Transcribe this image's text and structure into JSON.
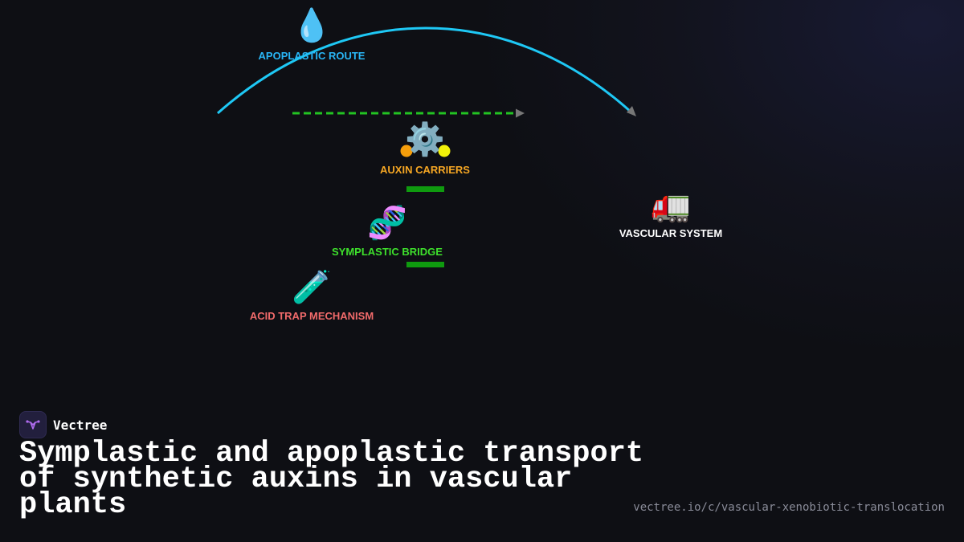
{
  "diagram": {
    "nodes": {
      "apoplastic_route": {
        "icon": "water-droplet-icon",
        "emoji": "💧",
        "label": "APOPLASTIC ROUTE",
        "color": "#29b6f6"
      },
      "auxin_carriers": {
        "icon": "gear-icon",
        "emoji": "⚙️",
        "label": "AUXIN CARRIERS",
        "color": "#f5a623"
      },
      "symplastic_bridge": {
        "icon": "dna-icon",
        "emoji": "🧬",
        "label": "SYMPLASTIC BRIDGE",
        "color": "#3ee02c"
      },
      "acid_trap_mechanism": {
        "icon": "test-tube-icon",
        "emoji": "🧪",
        "label": "ACID TRAP MECHANISM",
        "color": "#f06a6a"
      },
      "vascular_system": {
        "icon": "truck-icon",
        "emoji": "🚛",
        "label": "VASCULAR SYSTEM",
        "color": "#ffffff"
      }
    },
    "colors": {
      "apoplastic_arc": "#1ec8f5",
      "symplastic_dashes": "#22c322",
      "arrowhead": "#777777",
      "carrier_dot_orange": "#f59e0b",
      "carrier_dot_yellow": "#f2f20a",
      "green_bar": "#0f9a0f"
    }
  },
  "brand": {
    "name": "Vectree",
    "logo_icon": "vectree-logo-icon",
    "logo_color": "#b06cf0"
  },
  "title": "Symplastic and apoplastic transport of synthetic auxins in vascular plants",
  "source_url": "vectree.io/c/vascular-xenobiotic-translocation"
}
